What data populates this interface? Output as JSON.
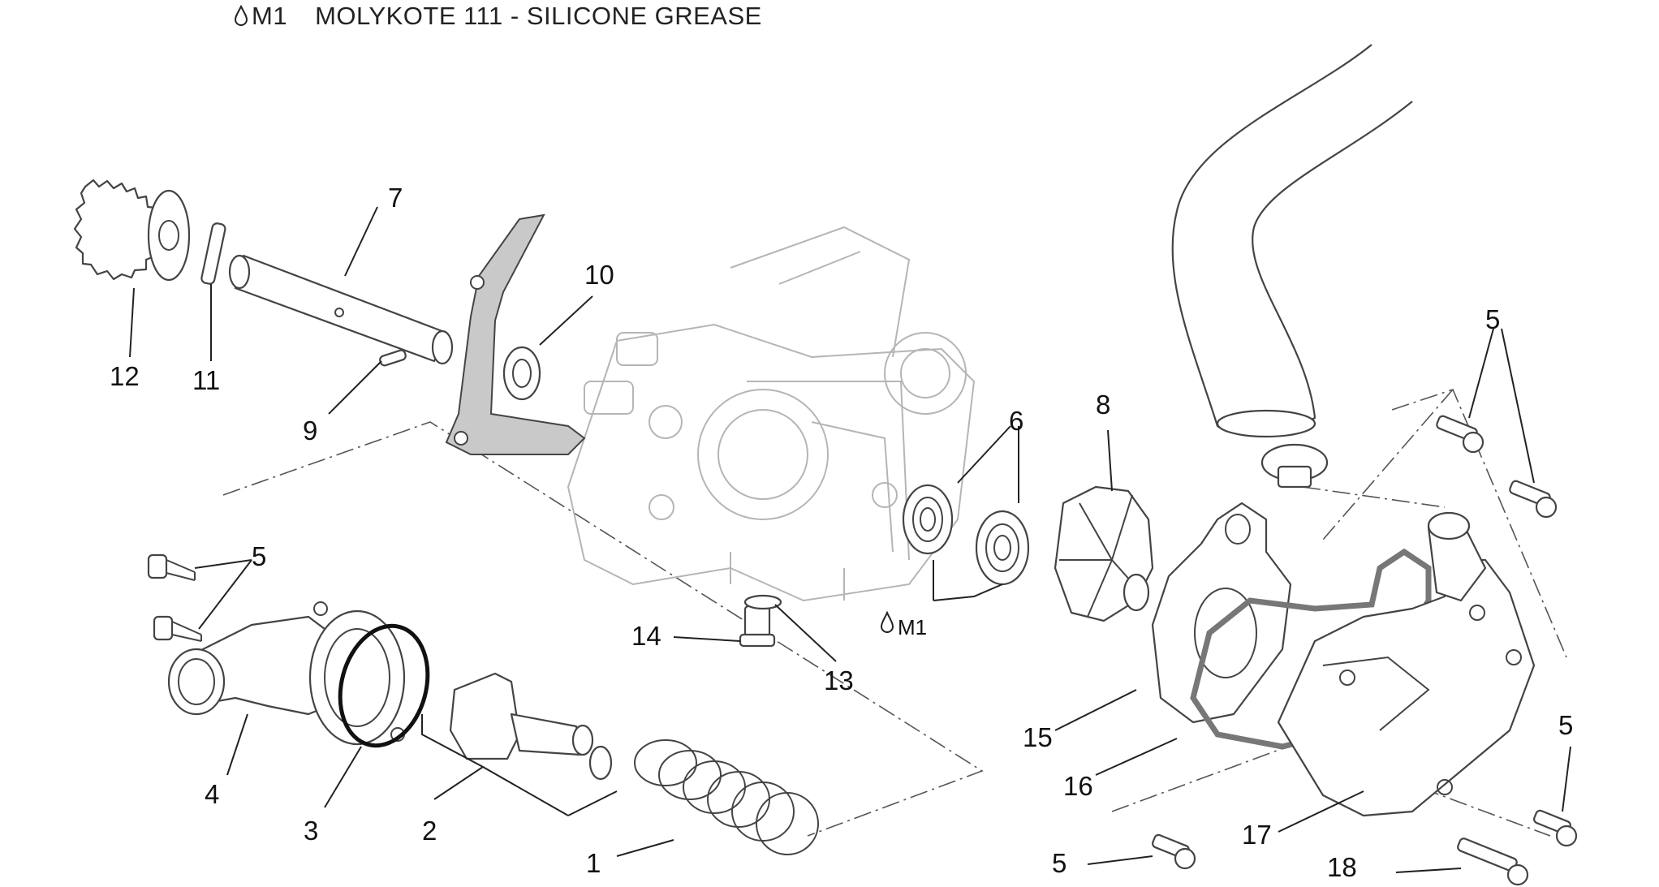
{
  "legend": {
    "symbol": "drop-icon",
    "code": "M1",
    "description": "MOLYKOTE 111 - SILICONE GREASE"
  },
  "callouts": {
    "c1": "1",
    "c2": "2",
    "c3": "3",
    "c4": "4",
    "c5a": "5",
    "c5b": "5",
    "c5c": "5",
    "c5d": "5",
    "c6": "6",
    "c7": "7",
    "c8": "8",
    "c9": "9",
    "c10": "10",
    "c11": "11",
    "c12": "12",
    "c13": "13",
    "c14": "14",
    "c15": "15",
    "c16": "16",
    "c17": "17",
    "c18": "18"
  },
  "grease_marker": {
    "symbol": "drop-icon",
    "code": "M1"
  }
}
